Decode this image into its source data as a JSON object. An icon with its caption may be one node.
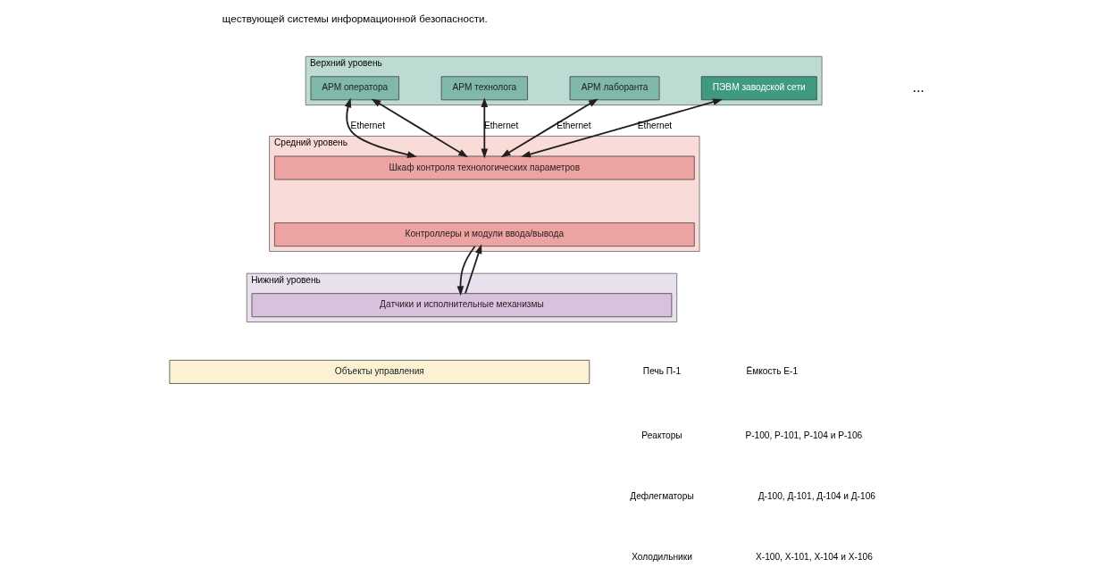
{
  "diagram": {
    "nodes": [
      {
        "text": [
          "Верхний уровень"
        ]
      },
      {
        "text": [
          "АРМ оператора"
        ],
        "in": 0
      },
      {
        "text": [
          "АРМ технолога"
        ],
        "in": 0
      },
      {
        "text": [
          "АРМ лаборанта"
        ],
        "in": 0
      },
      {
        "text": [
          "ПЭВМ заводской сети"
        ],
        "in": 0
      },
      {
        "text": [
          "Средний уровень"
        ]
      },
      {
        "text": [
          "Шкаф контроля технологических параметров"
        ],
        "in": 5
      },
      {
        "text": [
          "Контроллеры и модули ввода/вывода"
        ],
        "in": 5
      },
      {
        "text": [
          "Нижний уровень"
        ]
      },
      {
        "text": [
          "Датчики и исполнительные механизмы"
        ],
        "in": 8
      },
      {
        "text": [
          "Объекты управления"
        ]
      }
    ],
    "edges": [
      {
        "from": 1,
        "to": 6,
        "arrow": "both",
        "label": "Ethernet"
      },
      {
        "from": 1,
        "to": 6,
        "arrow": "both"
      },
      {
        "from": 2,
        "to": 6,
        "arrow": "both",
        "label": "Ethernet"
      },
      {
        "from": 3,
        "to": 6,
        "arrow": "both",
        "label": "Ethernet"
      },
      {
        "from": 4,
        "to": 6,
        "arrow": "both",
        "label": "Ethernet"
      },
      {
        "from": 9,
        "to": 7,
        "arrow": "to"
      },
      {
        "from": 7,
        "to": 9,
        "arrow": "to"
      }
    ],
    "labels": [
      "ществующей системы информационной безопасности.",
      "...",
      "Печь П-1",
      "Ёмкость Е-1",
      "Реакторы",
      "Р-100, Р-101, Р-104 и Р-106",
      "Дефлегматоры",
      "Д-100, Д-101, Д-104 и Д-106",
      "Холодильники",
      "Х-100, Х-101, Х-104 и Х-106"
    ]
  }
}
